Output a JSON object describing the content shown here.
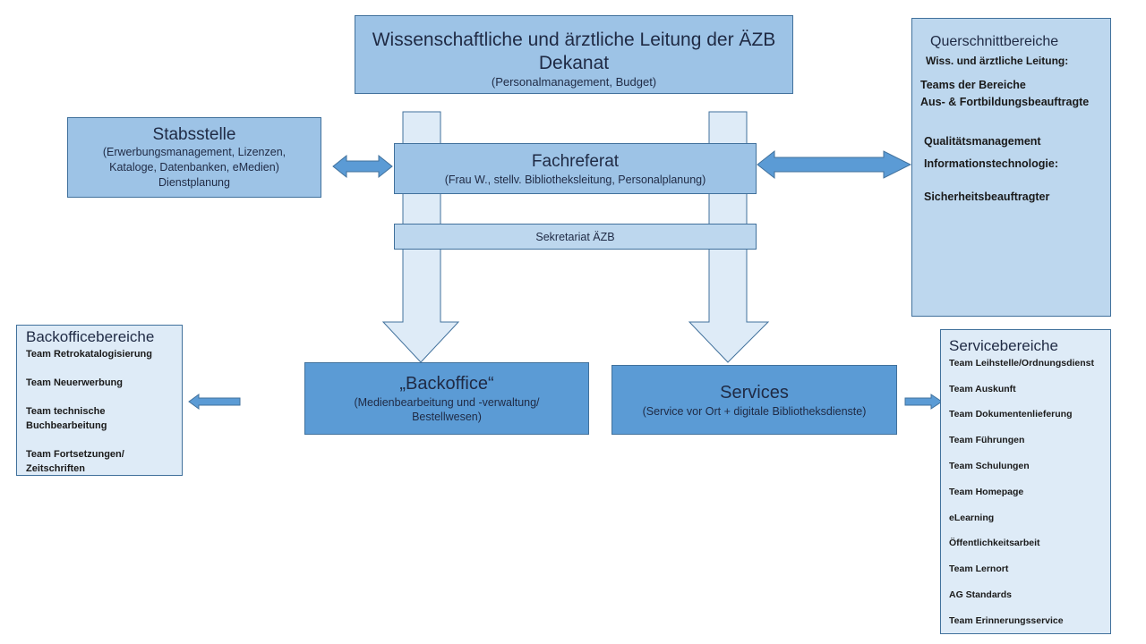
{
  "colors": {
    "mid": "#9dc3e6",
    "light": "#bdd7ee",
    "pale": "#deebf7",
    "dark": "#5b9bd5",
    "border": "#41719c",
    "arrow": "#5b9bd5"
  },
  "leitung": {
    "line1": "Wissenschaftliche  und ärztliche Leitung der ÄZB",
    "line2": "Dekanat",
    "sub": "(Personalmanagement, Budget)"
  },
  "stabsstelle": {
    "title": "Stabsstelle",
    "line1": "(Erwerbungsmanagement, Lizenzen,",
    "line2": "Kataloge, Datenbanken, eMedien)",
    "line3": "Dienstplanung"
  },
  "fachreferat": {
    "title": "Fachreferat",
    "sub": "(Frau W., stellv. Bibliotheksleitung, Personalplanung)"
  },
  "sekretariat": {
    "label": "Sekretariat ÄZB"
  },
  "querschnitt": {
    "title": "Querschnittbereiche",
    "item1": "Wiss. und ärztliche Leitung:",
    "item2": "Teams der Bereiche",
    "item3": "Aus- & Fortbildungsbeauftragte",
    "item4": "Qualitätsmanagement",
    "item5": "Informationstechnologie:",
    "item6": "Sicherheitsbeauftragter"
  },
  "backoffice": {
    "title": "„Backoffice“",
    "line1": "(Medienbearbeitung und -verwaltung/",
    "line2": "Bestellwesen)"
  },
  "services": {
    "title": "Services",
    "sub": "(Service vor Ort + digitale Bibliotheksdienste)"
  },
  "backofficebereiche": {
    "title": "Backofficebereiche",
    "items": [
      "Team Retrokatalogisierung",
      "Team Neuerwerbung",
      "Team technische",
      "Buchbearbeitung",
      "Team Fortsetzungen/",
      "Zeitschriften"
    ]
  },
  "servicebereiche": {
    "title": "Servicebereiche",
    "items": [
      "Team Leihstelle/Ordnungsdienst",
      "Team Auskunft",
      "Team Dokumentenlieferung",
      "Team Führungen",
      "Team Schulungen",
      "Team Homepage",
      "eLearning",
      "Öffentlichkeitsarbeit",
      "Team Lernort",
      "AG Standards",
      "Team Erinnerungsservice"
    ]
  }
}
